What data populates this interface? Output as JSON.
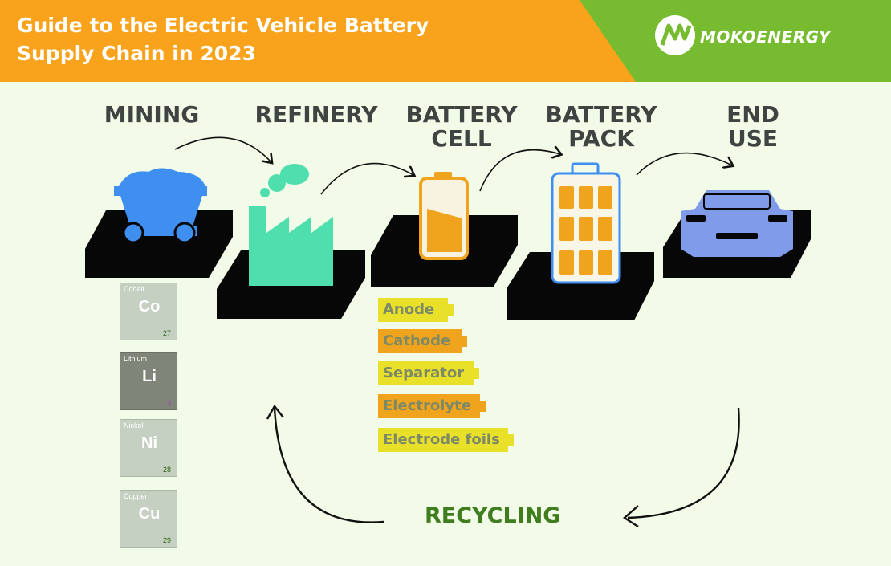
{
  "header": {
    "title_line1": "Guide to the Electric Vehicle Battery",
    "title_line2": "Supply Chain in 2023",
    "brand": "MOKOENERGY",
    "colors": {
      "orange": "#f9a21b",
      "green": "#76bb30"
    }
  },
  "stages": [
    {
      "line1": "MINING",
      "line2": ""
    },
    {
      "line1": "REFINERY",
      "line2": ""
    },
    {
      "line1": "BATTERY",
      "line2": "CELL"
    },
    {
      "line1": "BATTERY",
      "line2": "PACK"
    },
    {
      "line1": "END",
      "line2": "USE"
    }
  ],
  "elements": [
    {
      "name": "Cobalt",
      "symbol": "Co",
      "number": "27"
    },
    {
      "name": "Lithium",
      "symbol": "Li",
      "number": "3"
    },
    {
      "name": "Nickel",
      "symbol": "Ni",
      "number": "28"
    },
    {
      "name": "Copper",
      "symbol": "Cu",
      "number": "29"
    }
  ],
  "components": [
    "Anode",
    "Cathode",
    "Separator",
    "Electrolyte",
    "Electrode foils"
  ],
  "recycling": "RECYCLING",
  "icons": [
    "mine-cart-icon",
    "factory-icon",
    "battery-cell-icon",
    "battery-pack-icon",
    "car-icon",
    "brand-logo-icon"
  ]
}
